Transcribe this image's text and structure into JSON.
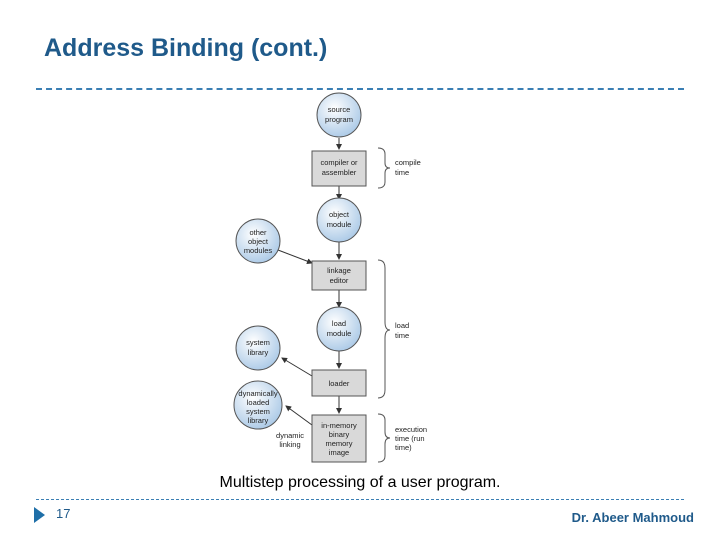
{
  "slide": {
    "title": "Address Binding (cont.)",
    "caption": "Multistep processing of a user program.",
    "page_number": "17",
    "author": "Dr. Abeer Mahmoud"
  },
  "diagram": {
    "source_program": [
      "source",
      "program"
    ],
    "compiler": [
      "compiler or",
      "assembler"
    ],
    "object_module": [
      "object",
      "module"
    ],
    "other_object_modules": [
      "other",
      "object",
      "modules"
    ],
    "linkage_editor": [
      "linkage",
      "editor"
    ],
    "load_module": [
      "load",
      "module"
    ],
    "system_library": [
      "system",
      "library"
    ],
    "loader": [
      "loader"
    ],
    "dynamic_library": [
      "dynamically",
      "loaded",
      "system",
      "library"
    ],
    "dynamic_linking": [
      "dynamic",
      "linking"
    ],
    "in_memory_image": [
      "in-memory",
      "binary",
      "memory",
      "image"
    ],
    "compile_time": [
      "compile",
      "time"
    ],
    "load_time": [
      "load",
      "time"
    ],
    "execution_time": [
      "execution",
      "time (run",
      "time)"
    ]
  },
  "colors": {
    "title": "#1f5a8a",
    "rule": "#3b7fb4",
    "node_fill": "#bcd6ee",
    "box_fill": "#d9d9d9"
  }
}
